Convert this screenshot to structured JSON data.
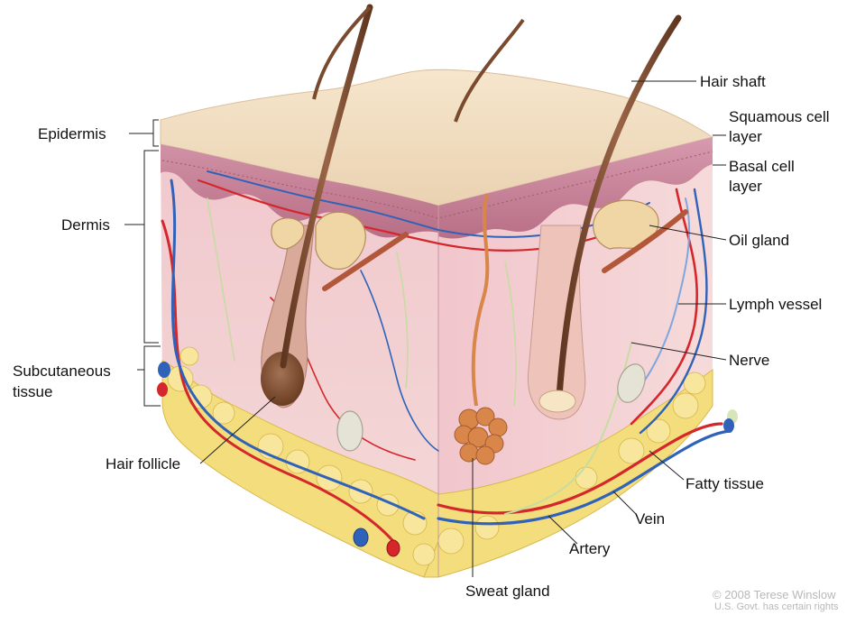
{
  "labels": {
    "epidermis": "Epidermis",
    "dermis": "Dermis",
    "subcutaneous_1": "Subcutaneous",
    "subcutaneous_2": "tissue",
    "hair_follicle": "Hair follicle",
    "hair_shaft": "Hair shaft",
    "squamous_1": "Squamous cell",
    "squamous_2": "layer",
    "basal_1": "Basal cell",
    "basal_2": "layer",
    "oil_gland": "Oil gland",
    "lymph_vessel": "Lymph vessel",
    "nerve": "Nerve",
    "fatty_tissue": "Fatty tissue",
    "vein": "Vein",
    "artery": "Artery",
    "sweat_gland": "Sweat gland"
  },
  "credit": {
    "line1": "© 2008 Terese Winslow",
    "line2": "U.S. Govt. has certain rights"
  },
  "colors": {
    "surface": "#f1dcc0",
    "epidermis": "#c98a9e",
    "dermis_front": "#efc3c8",
    "dermis_side": "#f3d0d2",
    "fat": "#f3dd7c",
    "artery": "#d4262b",
    "vein": "#2f62b8",
    "lymph": "#7fa6e0",
    "nerve": "#d7e6b8",
    "hair": "#7a4a2e"
  }
}
